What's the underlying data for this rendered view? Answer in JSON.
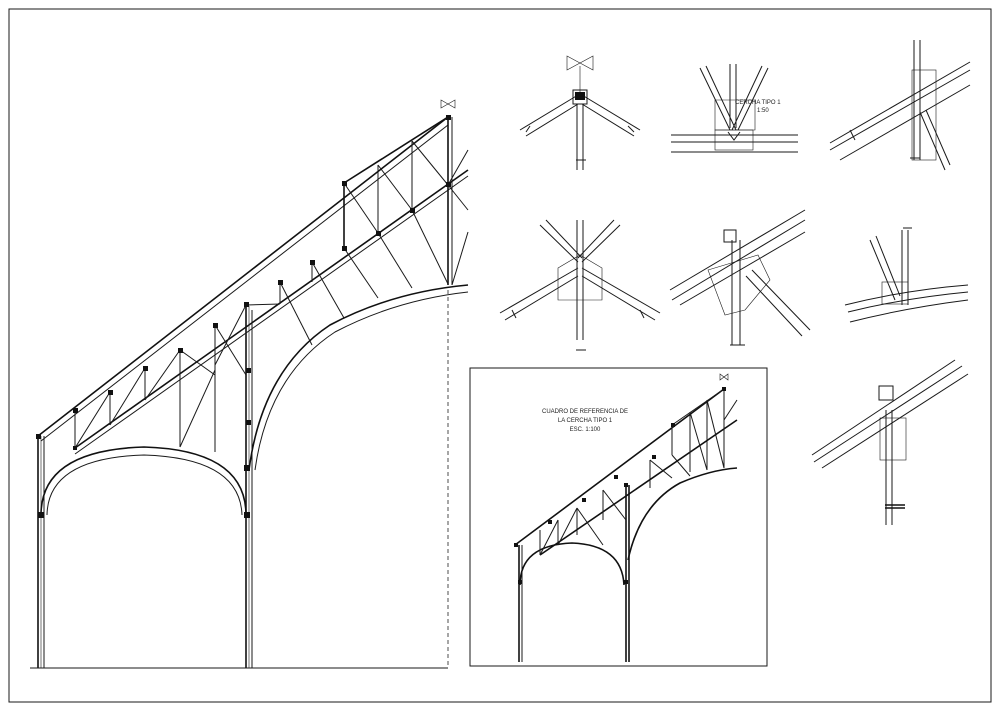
{
  "reference_box": {
    "title_line1": "CUADRO DE REFERENCIA DE",
    "title_line2": "LA CERCHA TIPO 1",
    "title_line3": "ESC. 1:100"
  },
  "detail_label": {
    "line1": "CERCHA TIPO 1",
    "line2": "1:50"
  }
}
